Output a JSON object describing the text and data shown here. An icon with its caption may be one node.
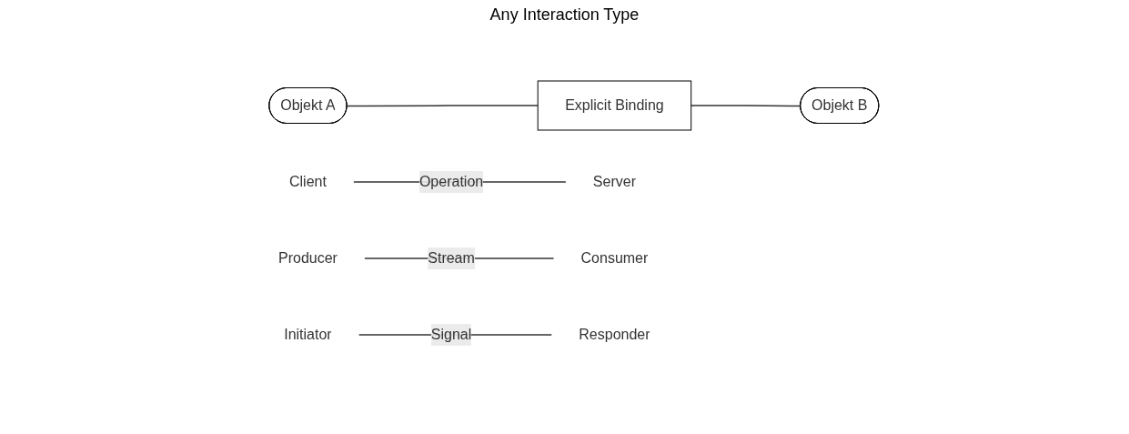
{
  "diagram": {
    "nodes": [
      {
        "text": [
          "Objekt A"
        ]
      },
      {
        "text": [
          "Explicit Binding"
        ]
      },
      {
        "text": [
          "Objekt B"
        ]
      },
      {
        "text": [
          "Client"
        ]
      },
      {
        "text": [
          "Server"
        ]
      },
      {
        "text": [
          "Producer"
        ]
      },
      {
        "text": [
          "Consumer"
        ]
      },
      {
        "text": [
          "Initiator"
        ]
      },
      {
        "text": [
          "Responder"
        ]
      }
    ],
    "edges": [
      {
        "from": 0,
        "to": 1,
        "arrow": "none"
      },
      {
        "from": 1,
        "to": 2,
        "arrow": "none"
      },
      {
        "from": 3,
        "to": 4,
        "label": "Operation",
        "arrow": "none"
      },
      {
        "from": 5,
        "to": 6,
        "label": "Stream",
        "arrow": "none"
      },
      {
        "from": 7,
        "to": 8,
        "label": "Signal",
        "arrow": "none"
      }
    ],
    "labels": [
      "Any Interaction Type"
    ]
  }
}
